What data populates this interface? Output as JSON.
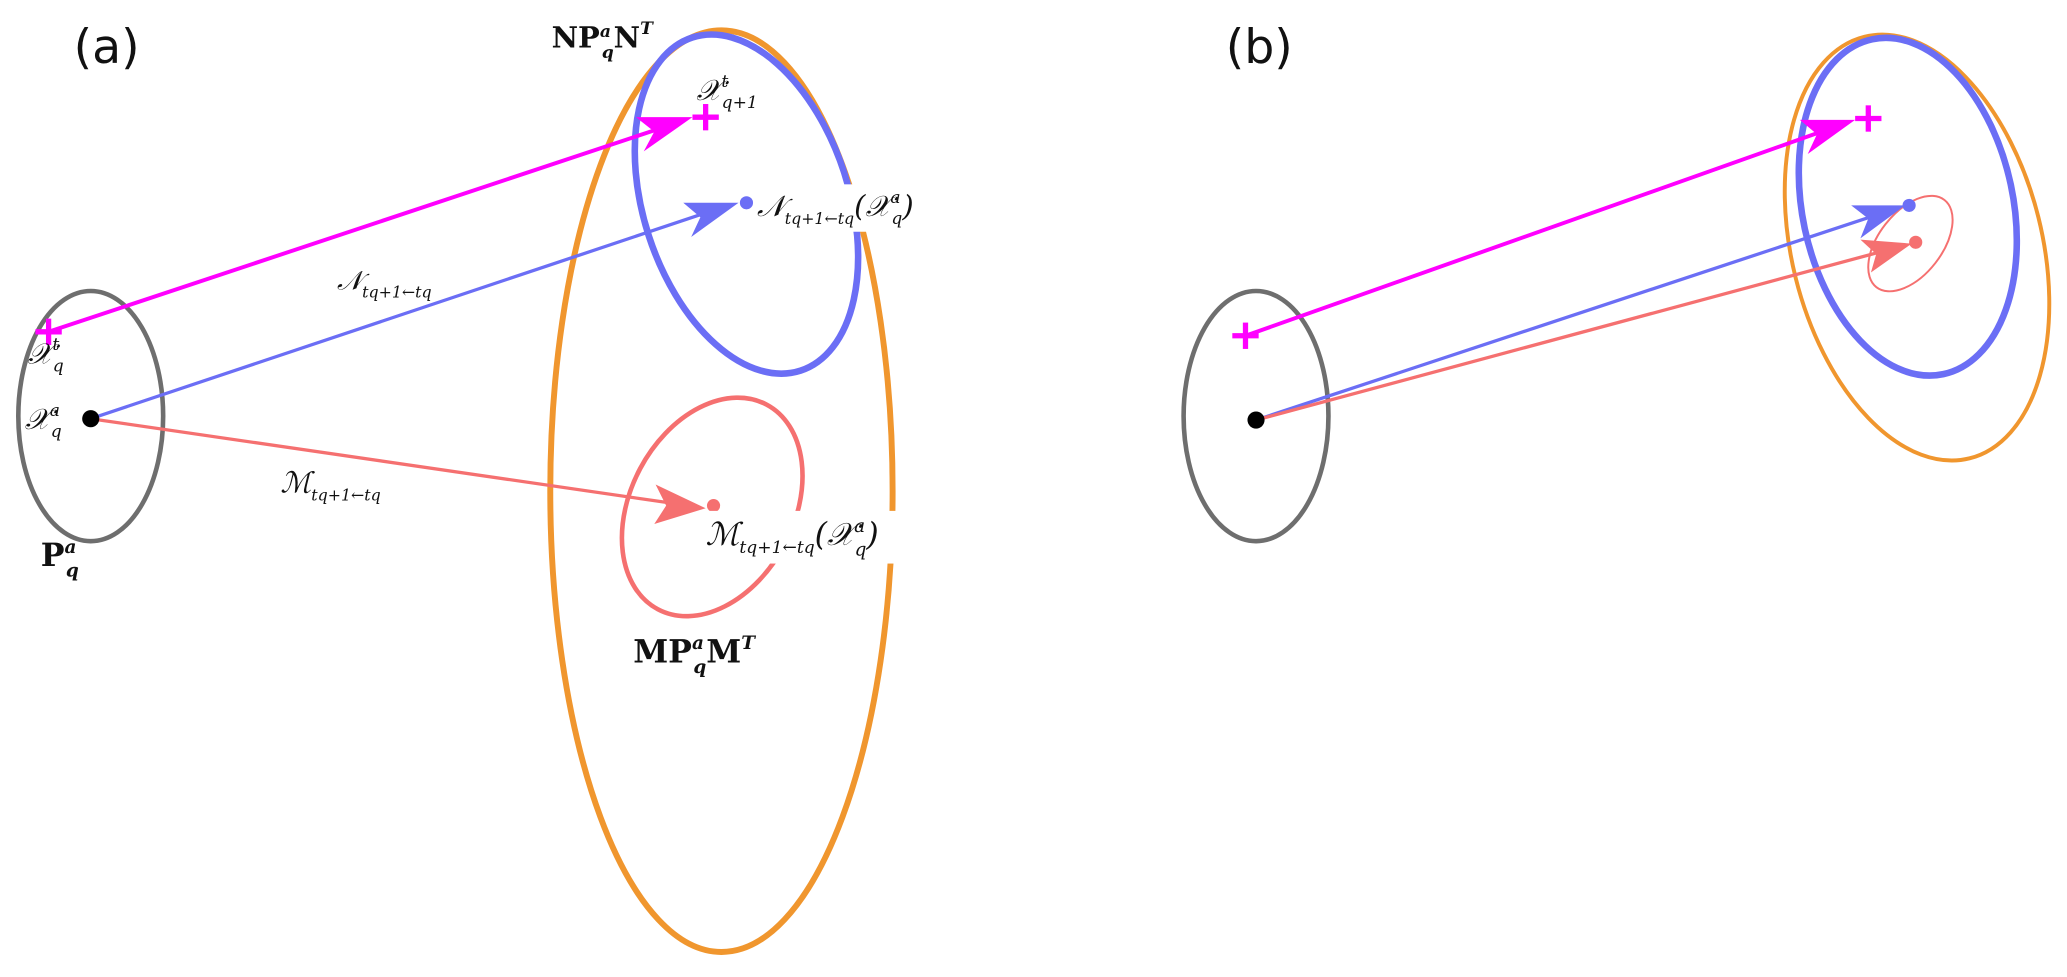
{
  "panels": {
    "a": {
      "label": "(a)",
      "cov_prior": "P",
      "cov_prior_sup": "a",
      "cov_prior_sub": "q",
      "state_true": "𝒳",
      "state_true_sup": "t",
      "state_true_sub": "q",
      "state_analysis": "𝒳",
      "state_analysis_sup": "a",
      "state_analysis_sub": "q",
      "true_next": "𝒳",
      "true_next_sup": "t",
      "true_next_sub": "q+1",
      "nonlinear_op": "𝒩",
      "nonlinear_op_sub": "tq+1←tq",
      "nonlinear_result": "𝒩",
      "nonlinear_result_sub": "tq+1←tq",
      "nonlinear_result_arg": "(𝒳",
      "nonlinear_result_arg_sup": "a",
      "nonlinear_result_arg_sub": "q",
      "linear_op": "ℳ",
      "linear_op_sub": "tq+1←tq",
      "linear_result": "ℳ",
      "linear_result_sub": "tq+1←tq",
      "linear_result_arg": "(𝒳",
      "linear_result_arg_sup": "a",
      "linear_result_arg_sub": "q",
      "close_paren": ")",
      "cov_nonlinear": "NP",
      "cov_nonlinear_sup": "a",
      "cov_nonlinear_sub": "q",
      "cov_nonlinear_tail": "N",
      "cov_nonlinear_tail_sup": "T",
      "cov_linear": "MP",
      "cov_linear_sup": "a",
      "cov_linear_sub": "q",
      "cov_linear_tail": "M",
      "cov_linear_tail_sup": "T"
    },
    "b": {
      "label": "(b)"
    }
  },
  "colors": {
    "gray": "#6e6e6e",
    "orange": "#f0962e",
    "blue": "#6b6ef5",
    "red": "#f57070",
    "magenta": "#ff00ff",
    "black": "#000000"
  }
}
